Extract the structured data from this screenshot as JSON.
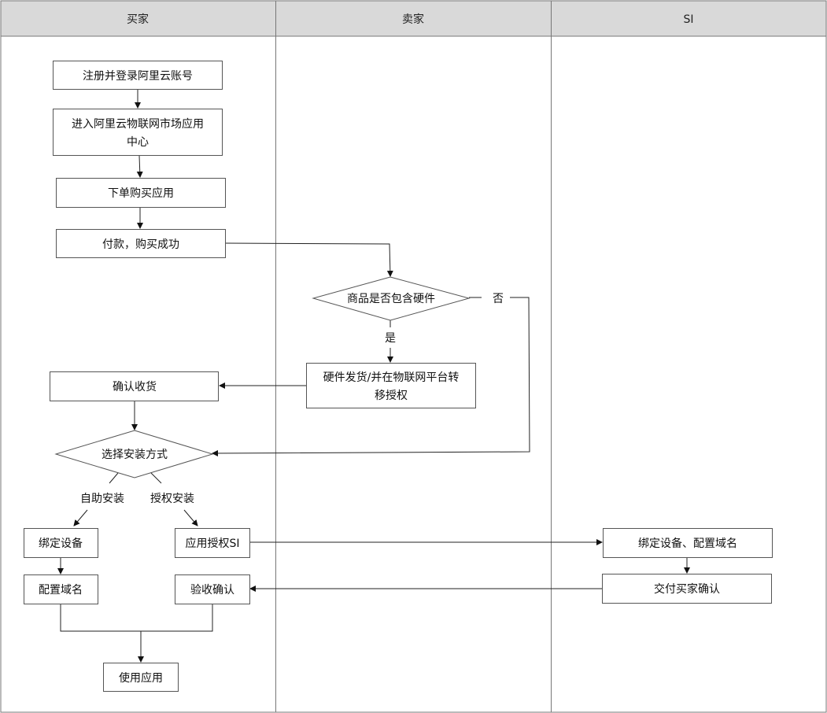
{
  "lanes": {
    "buyer": "买家",
    "seller": "卖家",
    "si": "SI"
  },
  "nodes": {
    "register": "注册并登录阿里云账号",
    "enter_market_l1": "进入阿里云物联网市场应用",
    "enter_market_l2": "中心",
    "order": "下单购买应用",
    "pay": "付款，购买成功",
    "has_hardware": "商品是否包含硬件",
    "ship_l1": "硬件发货/并在物联网平台转",
    "ship_l2": "移授权",
    "confirm_receipt": "确认收货",
    "choose_install": "选择安装方式",
    "bind_device": "绑定设备",
    "config_domain": "配置域名",
    "authorize_si": "应用授权SI",
    "accept_confirm": "验收确认",
    "use_app": "使用应用",
    "si_bind_config": "绑定设备、配置域名",
    "si_deliver": "交付买家确认"
  },
  "edge_labels": {
    "no": "否",
    "yes": "是",
    "self_install": "自助安装",
    "authorized_install": "授权安装"
  }
}
